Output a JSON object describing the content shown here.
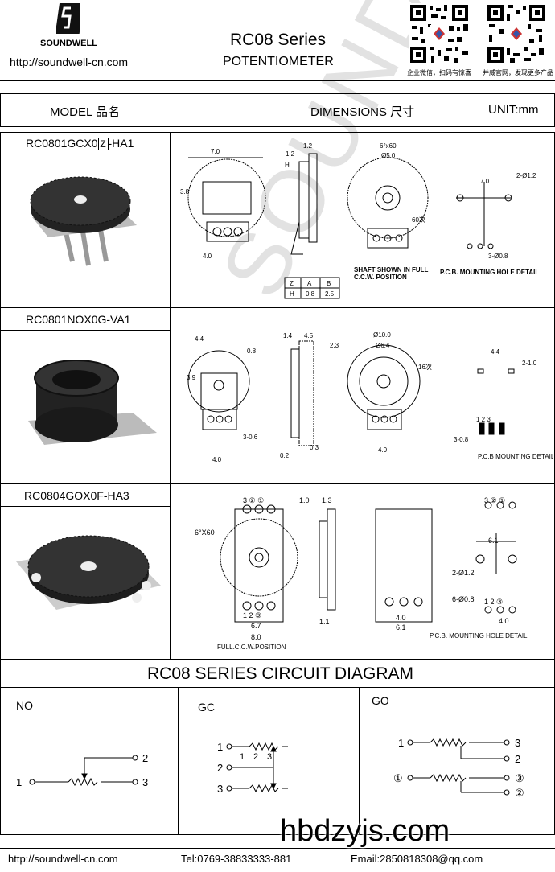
{
  "header": {
    "brand": "SOUNDWELL",
    "url": "http://soundwell-cn.com",
    "title": "RC08 Series",
    "subtitle": "POTENTIOMETER",
    "qr1_caption": "企业微信，扫码有惊喜",
    "qr2_caption": "并威官网，发现更多产品"
  },
  "table_header": {
    "model": "MODEL 品名",
    "dimensions": "DIMENSIONS 尺寸",
    "unit": "UNIT:mm"
  },
  "rows": [
    {
      "model_prefix": "RC0801GCX0",
      "model_box": "Z",
      "model_suffix": "-HA1",
      "notes": [
        "SHAFT SHOWN IN FULL",
        "C.C.W. POSITION"
      ],
      "pcb_label": "P.C.B.  MOUNTING HOLE DETAIL",
      "table": {
        "h1": "Z",
        "h2": "A",
        "h3": "B",
        "r1": "H",
        "r2": "0.8",
        "r3": "2.5"
      }
    },
    {
      "model": "RC0801NOX0G-VA1",
      "pcb_label": "P.C.B  MOUNTING DETAIL"
    },
    {
      "model": "RC0804GOX0F-HA3",
      "note": "FULL.C.C.W.POSITION",
      "pcb_label": "P.C.B.  MOUNTING HOLE DETAIL"
    }
  ],
  "circuit": {
    "title": "RC08 SERIES CIRCUIT DIAGRAM",
    "labels": [
      "NO",
      "GC",
      "GO"
    ]
  },
  "footer": {
    "url": "http://soundwell-cn.com",
    "tel": "Tel:0769-38833333-881",
    "email": "Email:2850818308@qq.com",
    "overlay": "hbdzyjs.com"
  },
  "watermark": "SOUNDWELL"
}
